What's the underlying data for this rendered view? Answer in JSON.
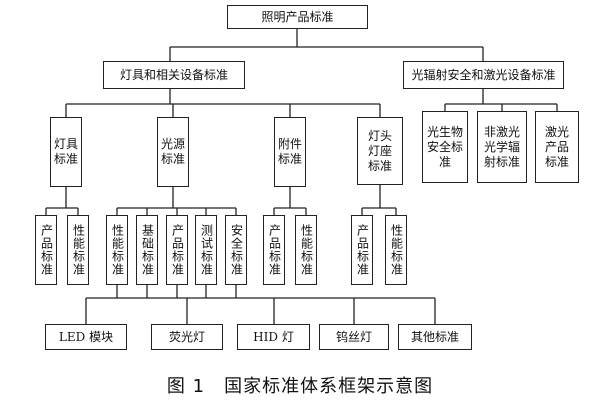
{
  "root": "照明产品标准",
  "branches": {
    "lamps": "灯具和相关设备标准",
    "radiation": "光辐射安全和激光设备标准"
  },
  "lamp_children": {
    "luminaire": "灯具标准",
    "light_source": "光源标准",
    "accessory": "附件标准",
    "cap_holder": "灯头灯座标准"
  },
  "radiation_children": {
    "photobio": "光生物安全标准",
    "nonlaser": "非激光光学辐射标准",
    "laser": "激光产品标准"
  },
  "luminaire_children": [
    "产品标准",
    "性能标准"
  ],
  "light_source_children": [
    "性能标准",
    "基础标准",
    "产品标准",
    "测试标准",
    "安全标准"
  ],
  "accessory_children": [
    "产品标准",
    "性能标准"
  ],
  "cap_holder_children": [
    "产品标准",
    "性能标准"
  ],
  "products": [
    "LED 模块",
    "荧光灯",
    "HID 灯",
    "钨丝灯",
    "其他标准"
  ],
  "caption": "图 1　国家标准体系框架示意图"
}
